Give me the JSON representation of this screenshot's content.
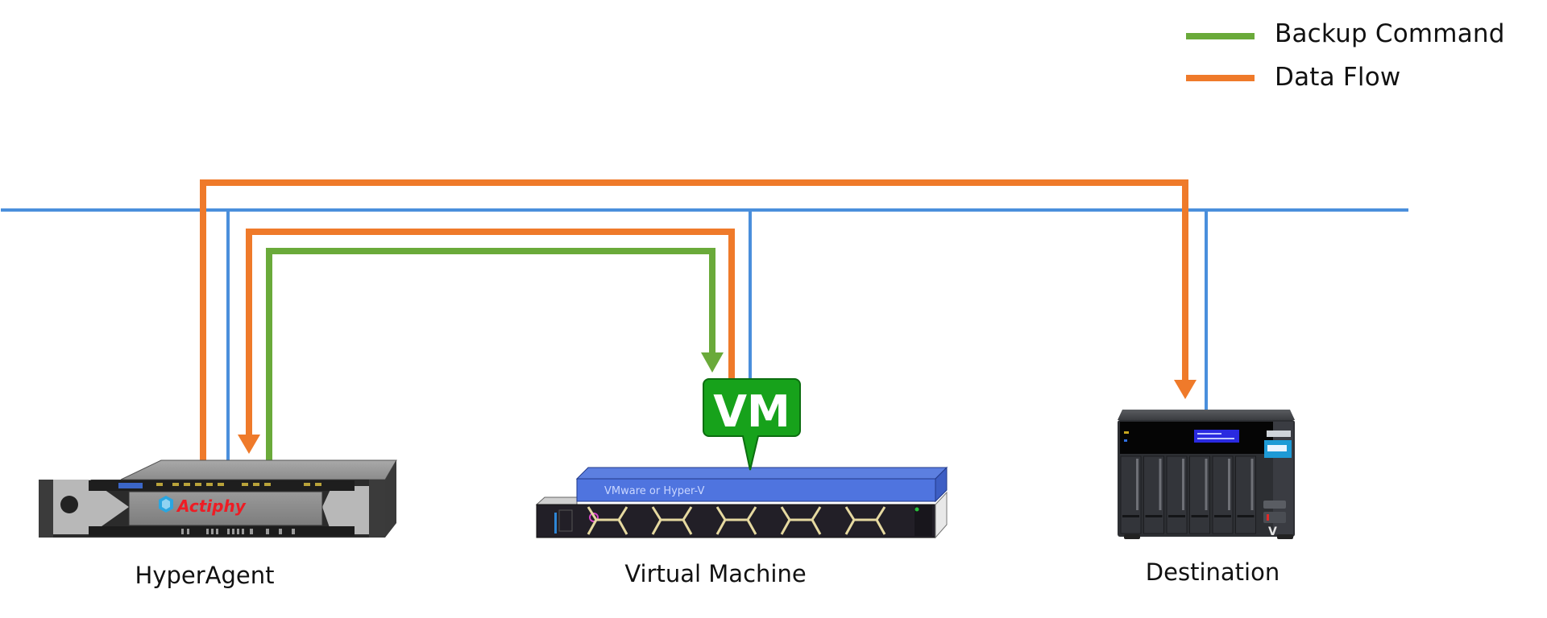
{
  "legend": {
    "items": [
      {
        "label": "Backup Command",
        "color": "#6aaa3a",
        "kind": "backup-command"
      },
      {
        "label": "Data Flow",
        "color": "#ef7a2a",
        "kind": "data-flow"
      }
    ]
  },
  "network": {
    "color": "#4a8fdc"
  },
  "devices": {
    "hyperagent": {
      "label": "HyperAgent",
      "brand": "Actiphy"
    },
    "virtual_machine": {
      "label": "Virtual Machine",
      "badge": "VM",
      "platform": "VMware or Hyper-V"
    },
    "destination": {
      "label": "Destination"
    }
  },
  "flows": [
    {
      "name": "data-flow-vm-to-hyperagent",
      "type": "data-flow",
      "from": "Virtual Machine",
      "to": "HyperAgent"
    },
    {
      "name": "backup-command-hyperagent-to-vm",
      "type": "backup-command",
      "from": "HyperAgent",
      "to": "Virtual Machine"
    },
    {
      "name": "data-flow-hyperagent-to-destination",
      "type": "data-flow",
      "from": "HyperAgent",
      "to": "Destination"
    }
  ]
}
